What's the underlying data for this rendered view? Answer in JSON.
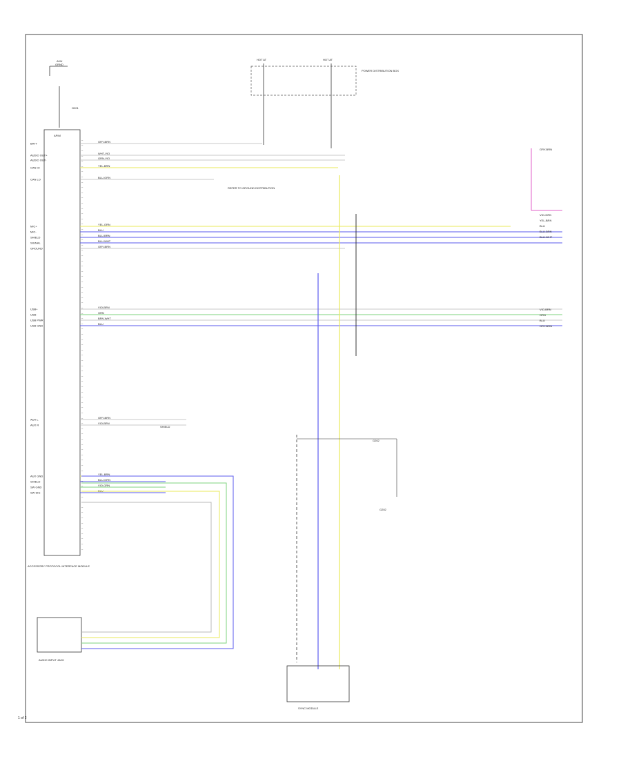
{
  "colors": {
    "yellow": "#e8e85a",
    "blue": "#5a5aee",
    "green": "#7ed37e",
    "gray": "#b8b8b8",
    "pink": "#e060c8",
    "black": "#222222"
  },
  "labels": {
    "ahu_top": "AHU",
    "ahu_sub": "GRND",
    "fuse_box_left": "HOT AT",
    "fuse_box_right": "HOT AT",
    "fuse_box_note": "POWER DISTRIBUTION BOX",
    "left_module_title": "APIM",
    "module_caption": "ACCESSORY PROTOCOL INTERFACE MODULE",
    "aux_jack_caption": "AUDIO INPUT JACK",
    "bottom_module_caption": "SYNC MODULE",
    "footer": "1 of 2"
  },
  "pin_labels": [
    "BATT",
    "AUDIO OUT+",
    "AUDIO OUT-",
    "CAN HI",
    "CAN LO",
    "MIC+",
    "MIC-",
    "SHIELD",
    "SIGNAL",
    "GROUND",
    "USB+",
    "USB-",
    "USB PWR",
    "USB GND",
    "AUX L",
    "AUX R",
    "AUX GND",
    "SHIELD",
    "SW GND",
    "SW SIG"
  ],
  "wire_colors": [
    "GRY-BRN",
    "WHT-VIO",
    "GRN-VIO",
    "YEL-BRN",
    "BLU-GRN",
    "YEL-GRN",
    "BLU",
    "BLU-BRN",
    "BLU-WHT",
    "GRY-BRN",
    "VIO-BRN",
    "GRN",
    "BRN-WHT",
    "BLU",
    "GRY-BRN",
    "VIO-BRN",
    "YEL-BRN",
    "BLU-GRN",
    "VIO-GRN",
    "BLU"
  ],
  "right_terminals": [
    "GRY-BRN",
    "VIO-GRN",
    "YEL-BRN",
    "BLU",
    "BLU-BRN",
    "BLU-WHT",
    "VIO-BRN",
    "GRN",
    "BLU",
    "GRY-BRN"
  ],
  "ground_notes": [
    "G201",
    "REFER TO GROUND DISTRIBUTION",
    "G202",
    "SHIELD"
  ]
}
